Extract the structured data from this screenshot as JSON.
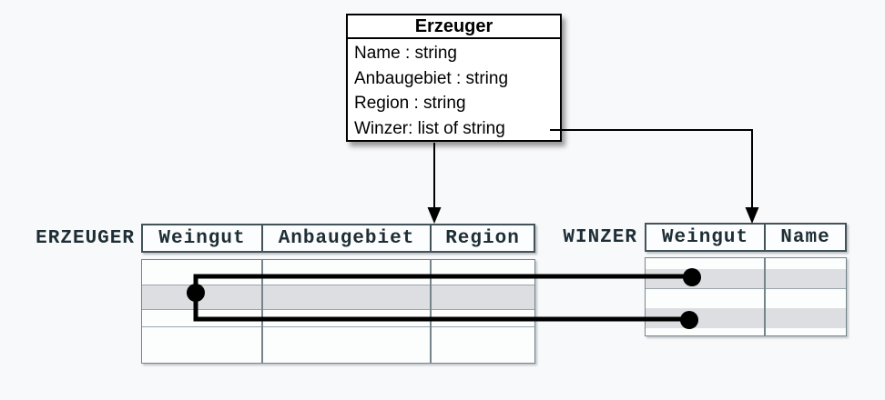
{
  "class_box": {
    "title": "Erzeuger",
    "attributes": [
      "Name : string",
      "Anbaugebiet : string",
      "Region : string",
      "Winzer: list of string"
    ]
  },
  "tables": {
    "erzeuger": {
      "label": "ERZEUGER",
      "columns": [
        "Weingut",
        "Anbaugebiet",
        "Region"
      ],
      "row_count": 4
    },
    "winzer": {
      "label": "WINZER",
      "columns": [
        "Weingut",
        "Name"
      ],
      "row_count": 4
    }
  },
  "connectors": {
    "arrow_to_erzeuger": "class box bottom -> ERZEUGER table header",
    "arrow_to_winzer": "Winzer attribute -> WINZER table header",
    "row_links": "ERZEUGER shaded row -> two WINZER shaded rows"
  },
  "colors": {
    "background": "#f8f9fa",
    "box_border": "#000000",
    "box_fill": "#ffffff",
    "table_border": "#44535a",
    "table_border_light": "#76858b",
    "grid_line": "#9aa5aa",
    "row_stripe": "#dcdee1",
    "text_dark": "#1e2e35",
    "connector": "#000000"
  }
}
